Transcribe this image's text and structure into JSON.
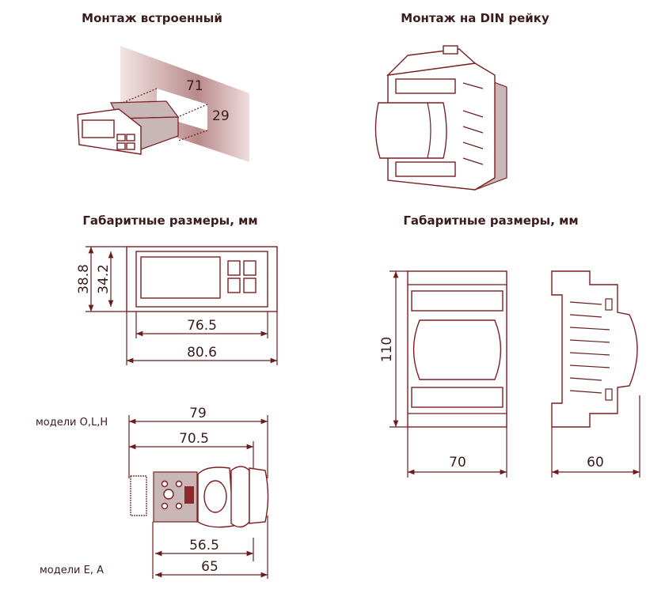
{
  "titles": {
    "flush_mount": "Монтаж встроенный",
    "din_mount": "Монтаж на DIN рейку",
    "dims_left": "Габаритные размеры, мм",
    "dims_right": "Габаритные размеры, мм"
  },
  "cutout": {
    "width": "71",
    "height": "29"
  },
  "panel_front": {
    "height_outer": "38.8",
    "height_inner": "34.2",
    "width_inner": "76.5",
    "width_outer": "80.6"
  },
  "panel_side": {
    "label_top": "модели O,L,H",
    "label_bottom": "модели E, A",
    "dim_79": "79",
    "dim_70_5": "70.5",
    "dim_56_5": "56.5",
    "dim_65": "65"
  },
  "din": {
    "height": "110",
    "width": "70",
    "depth": "60"
  },
  "colors": {
    "line": "#6a1e1e",
    "text": "#3a1c1c",
    "panel_shade": "#b88a8a"
  }
}
